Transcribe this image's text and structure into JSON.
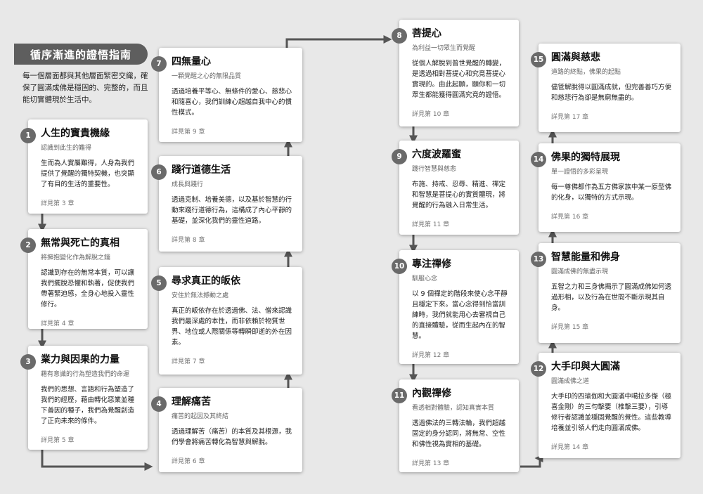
{
  "header": "循序漸進的證悟指南",
  "intro": "每一個層面都與其他層面緊密交織，確保了圓滿成佛是穩固的、完整的，而且能切實體現於生活中。",
  "cards": [
    {
      "num": "1",
      "title": "人生的寶貴機緣",
      "subtitle": "認識到此生的難得",
      "body": "生而為人實屬難得，人身為我們提供了覺醒的獨特契機，也突顯了有目的生活的重要性。",
      "ref": "詳見第 3 章"
    },
    {
      "num": "2",
      "title": "無常與死亡的真相",
      "subtitle": "將擁抱變化作為解脫之鑰",
      "body": "認識到存在的無常本質，可以讓我們擺脫恐懼和執著，促使我們帶著緊迫感，全身心地投入靈性修行。",
      "ref": "詳見第 4 章"
    },
    {
      "num": "3",
      "title": "業力與因果的力量",
      "subtitle": "藉有意識的行為塑造我們的命運",
      "body": "我們的思想、言語和行為塑造了我們的經歷，藉由轉化惡業並種下善因的種子，我們為覺醒創造了正向未來的條件。",
      "ref": "詳見第 5 章"
    },
    {
      "num": "4",
      "title": "理解痛苦",
      "subtitle": "痛苦的起因及其終結",
      "body": "透過理解苦（痛苦）的本質及其根源，我們學會將痛苦轉化為智慧與解脫。",
      "ref": "詳見第 6 章"
    },
    {
      "num": "5",
      "title": "尋求真正的皈依",
      "subtitle": "安住於無法撼動之處",
      "body": "真正的皈依存在於透過佛、法、僧來認識我們最深處的本性，而非依賴於物質世界、地位或人際關係等轉瞬即逝的外在因素。",
      "ref": "詳見第 7 章"
    },
    {
      "num": "6",
      "title": "踐行道德生活",
      "subtitle": "成長與踐行",
      "body": "透過克制、培養美德，以及基於智慧的行動來踐行道德行為，這構成了內心平靜的基礎，並深化我們的靈性道路。",
      "ref": "詳見第 8 章"
    },
    {
      "num": "7",
      "title": "四無量心",
      "subtitle": "一顆覺醒之心的無限品質",
      "body": "透過培養平等心、無條件的愛心、慈悲心和隨喜心，我們訓練心超越自我中心的慣性模式。",
      "ref": "詳見第 9 章"
    },
    {
      "num": "8",
      "title": "菩提心",
      "subtitle": "為利益一切眾生而覺醒",
      "body": "從個人解脫到普世覺醒的轉變，是透過相對菩提心和究竟菩提心實現的。由此起願，願你和一切眾生都能獲得圓滿究竟的證悟。",
      "ref": "詳見第 10 章"
    },
    {
      "num": "9",
      "title": "六度波羅蜜",
      "subtitle": "踐行智慧與慈悲",
      "body": "布施、持戒、忍辱、精進、禪定和智慧是菩提心的實質體現，將覺醒的行為融入日常生活。",
      "ref": "詳見第 11 章"
    },
    {
      "num": "10",
      "title": "專注禪修",
      "subtitle": "馴服心念",
      "body": "以 9 個禪定的階段來使心念平靜且穩定下來。當心念得到恰當訓練時，我們就能用心去審視自己的直接體驗，從而生起內在的智慧。",
      "ref": "詳見第 12 章"
    },
    {
      "num": "11",
      "title": "內觀禪修",
      "subtitle": "看透相對體驗，認知真實本質",
      "body": "透過佛法的三轉法輪，我們超越固定的身分認同，將無常、空性和佛性視為實相的基礎。",
      "ref": "詳見第 13 章"
    },
    {
      "num": "12",
      "title": "大手印與大圓滿",
      "subtitle": "圓滿成佛之道",
      "body": "大手印的四瑜伽和大圓滿中噶拉多傑（極喜金剛）的三句擊要（椎擊三要），引導修行者認識並穩固覺醒的覺性。這些教導培養並引領人們走向圓滿成佛。",
      "ref": "詳見第 14 章"
    },
    {
      "num": "13",
      "title": "智慧能量和佛身",
      "subtitle": "圓滿成佛的無盡示現",
      "body": "五智之力和三身佛揭示了圓滿成佛如何透過形相，以及行為在世間不斷示現其自身。",
      "ref": "詳見第 15 章"
    },
    {
      "num": "14",
      "title": "佛果的獨特展現",
      "subtitle": "單一證悟的多彩呈現",
      "body": "每一尊佛都作為五方佛家族中某一原型佛的化身，以獨特的方式示現。",
      "ref": "詳見第 16 章"
    },
    {
      "num": "15",
      "title": "圓滿與慈悲",
      "subtitle": "道路的終點，佛果的起點",
      "body": "儘管解脫得以圓滿成就，但完善善巧方便和慈悲行為卻是無窮無盡的。",
      "ref": "詳見第 17 章"
    }
  ]
}
